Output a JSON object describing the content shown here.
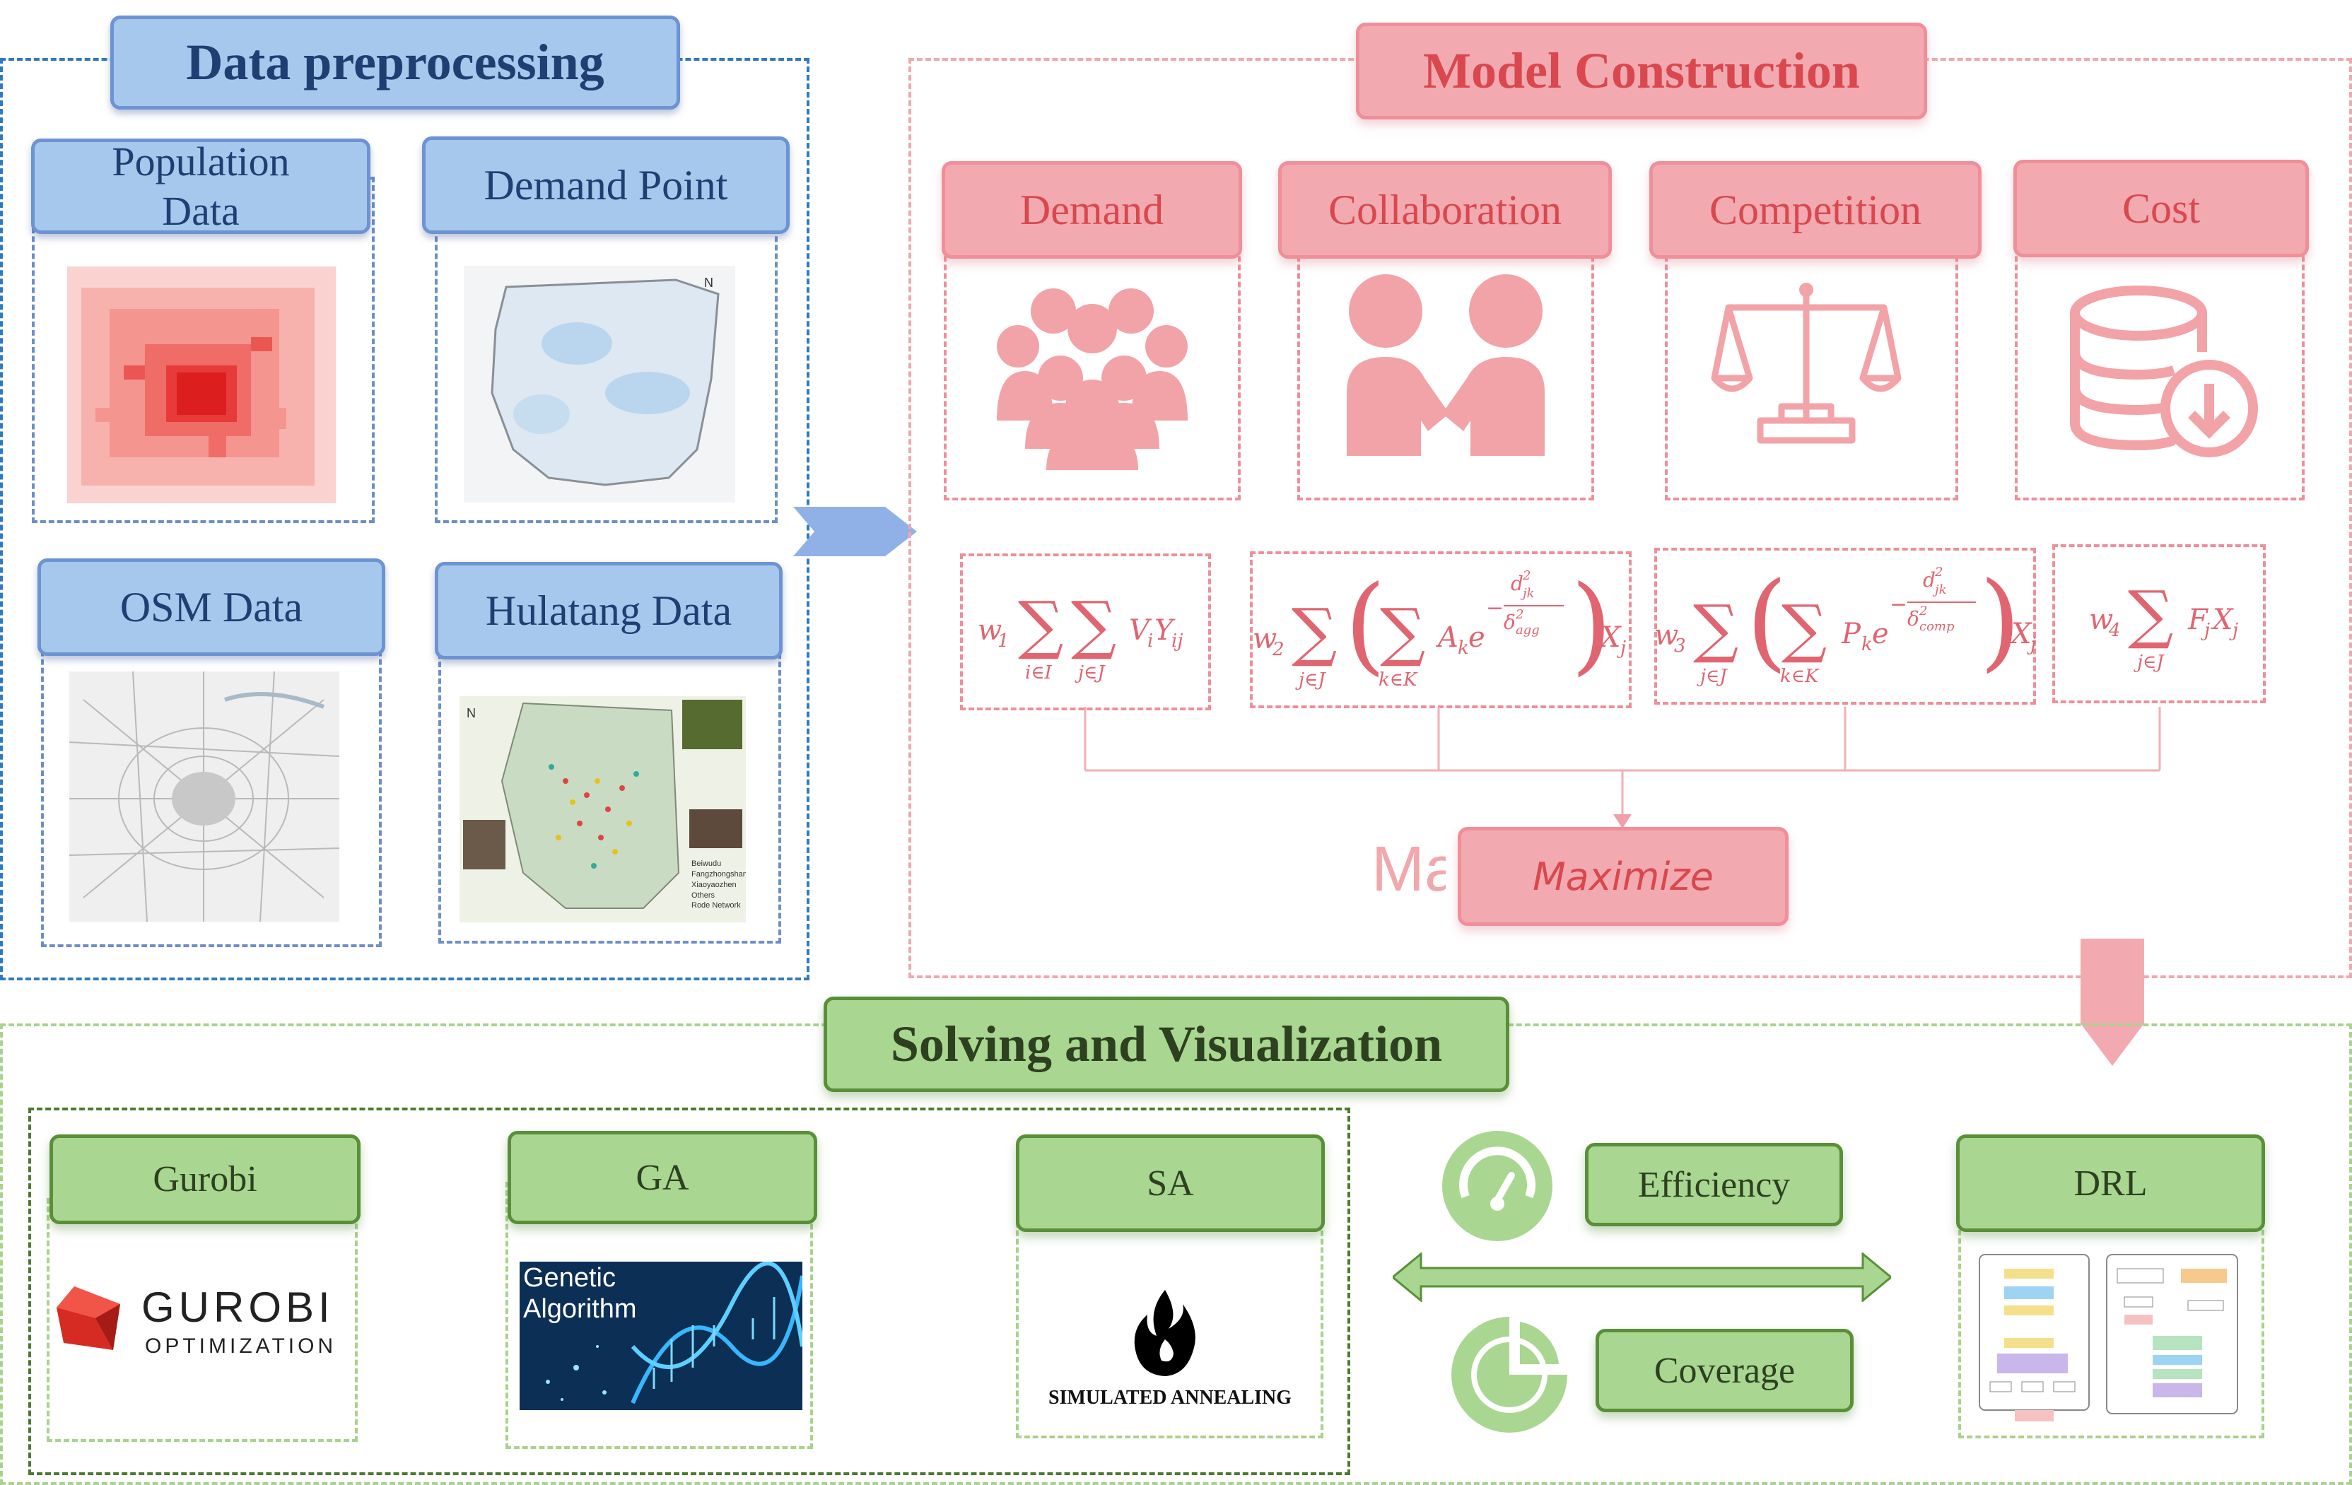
{
  "data_preprocessing": {
    "title": "Data preprocessing",
    "boxes": {
      "population": "Population Data",
      "demand_point": "Demand Point",
      "osm": "OSM Data",
      "hulatang": "Hulatang Data"
    },
    "hulatang_legend": [
      "Beiwudu",
      "Fangzhongshan",
      "Xiaoyaozhen",
      "Others",
      "Rode Network"
    ]
  },
  "model_construction": {
    "title": "Model Construction",
    "categories": [
      "Demand",
      "Collaboration",
      "Competition",
      "Cost"
    ],
    "maximize_label": "Maximize",
    "max_logo": "Max"
  },
  "solving": {
    "title": "Solving and Visualization",
    "algorithms": [
      "Gurobi",
      "GA",
      "SA"
    ],
    "gurobi_logo_text": "GUROBI",
    "gurobi_logo_sub": "OPTIMIZATION",
    "ga_image_text": "Genetic Algorithm",
    "sa_image_text": "SIMULATED ANNEALING",
    "efficiency": "Efficiency",
    "coverage": "Coverage",
    "drl": "DRL"
  },
  "colors": {
    "blue": "#a6c8ec",
    "pink": "#f2aab0",
    "green": "#a9d690"
  }
}
